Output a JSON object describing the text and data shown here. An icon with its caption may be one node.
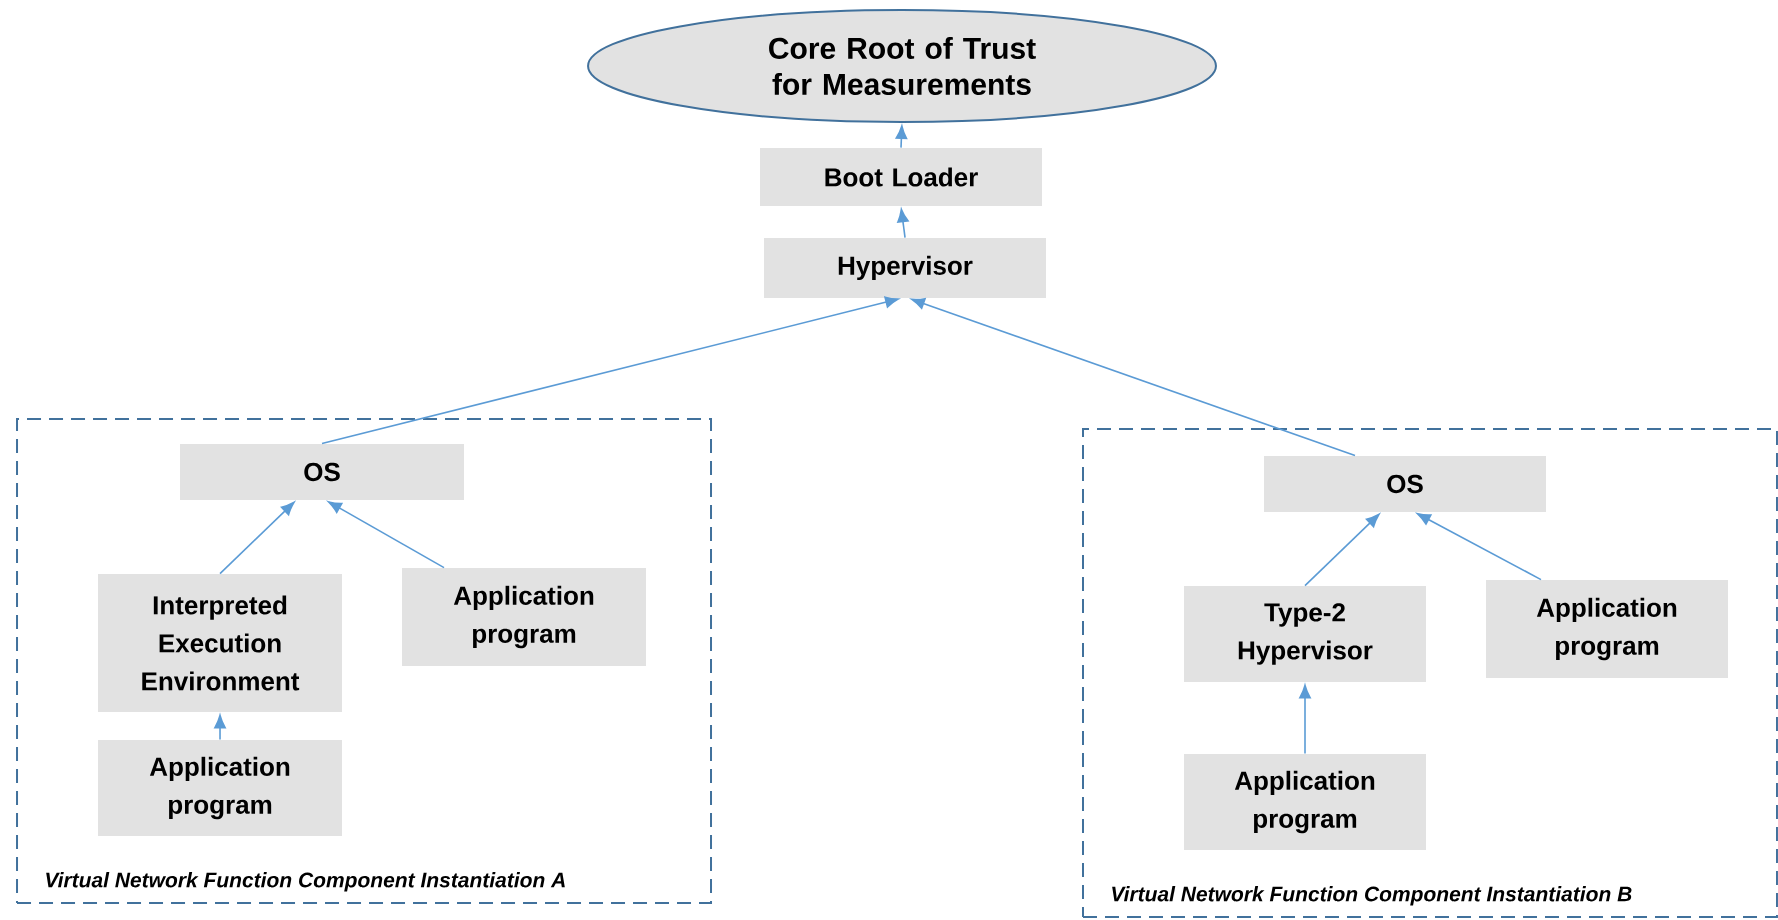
{
  "diagram": {
    "nodes": [
      {
        "text": [
          "Core Root of Trust for Measurements"
        ]
      },
      {
        "text": [
          "Boot Loader"
        ]
      },
      {
        "text": [
          "Hypervisor"
        ]
      },
      {
        "text": [
          "Virtual Network Function Component Instantiation A"
        ]
      },
      {
        "text": [
          "OS"
        ],
        "in": 3
      },
      {
        "text": [
          "Interpreted Execution Environment"
        ],
        "in": 3
      },
      {
        "text": [
          "Application program"
        ],
        "in": 3
      },
      {
        "text": [
          "Application program"
        ],
        "in": 3
      },
      {
        "text": [
          "Virtual Network Function Component Instantiation B"
        ]
      },
      {
        "text": [
          "OS"
        ],
        "in": 8
      },
      {
        "text": [
          "Type-2 Hypervisor"
        ],
        "in": 8
      },
      {
        "text": [
          "Application program"
        ],
        "in": 8
      },
      {
        "text": [
          "Application program"
        ],
        "in": 8
      }
    ],
    "edges": [
      {
        "from": 1,
        "to": 0,
        "arrow": "to"
      },
      {
        "from": 2,
        "to": 1,
        "arrow": "to"
      },
      {
        "from": 4,
        "to": 2,
        "arrow": "to"
      },
      {
        "from": 9,
        "to": 2,
        "arrow": "to"
      },
      {
        "from": 5,
        "to": 4,
        "arrow": "to"
      },
      {
        "from": 6,
        "to": 4,
        "arrow": "to"
      },
      {
        "from": 7,
        "to": 5,
        "arrow": "to"
      },
      {
        "from": 10,
        "to": 9,
        "arrow": "to"
      },
      {
        "from": 11,
        "to": 9,
        "arrow": "to"
      },
      {
        "from": 12,
        "to": 10,
        "arrow": "to"
      }
    ]
  }
}
